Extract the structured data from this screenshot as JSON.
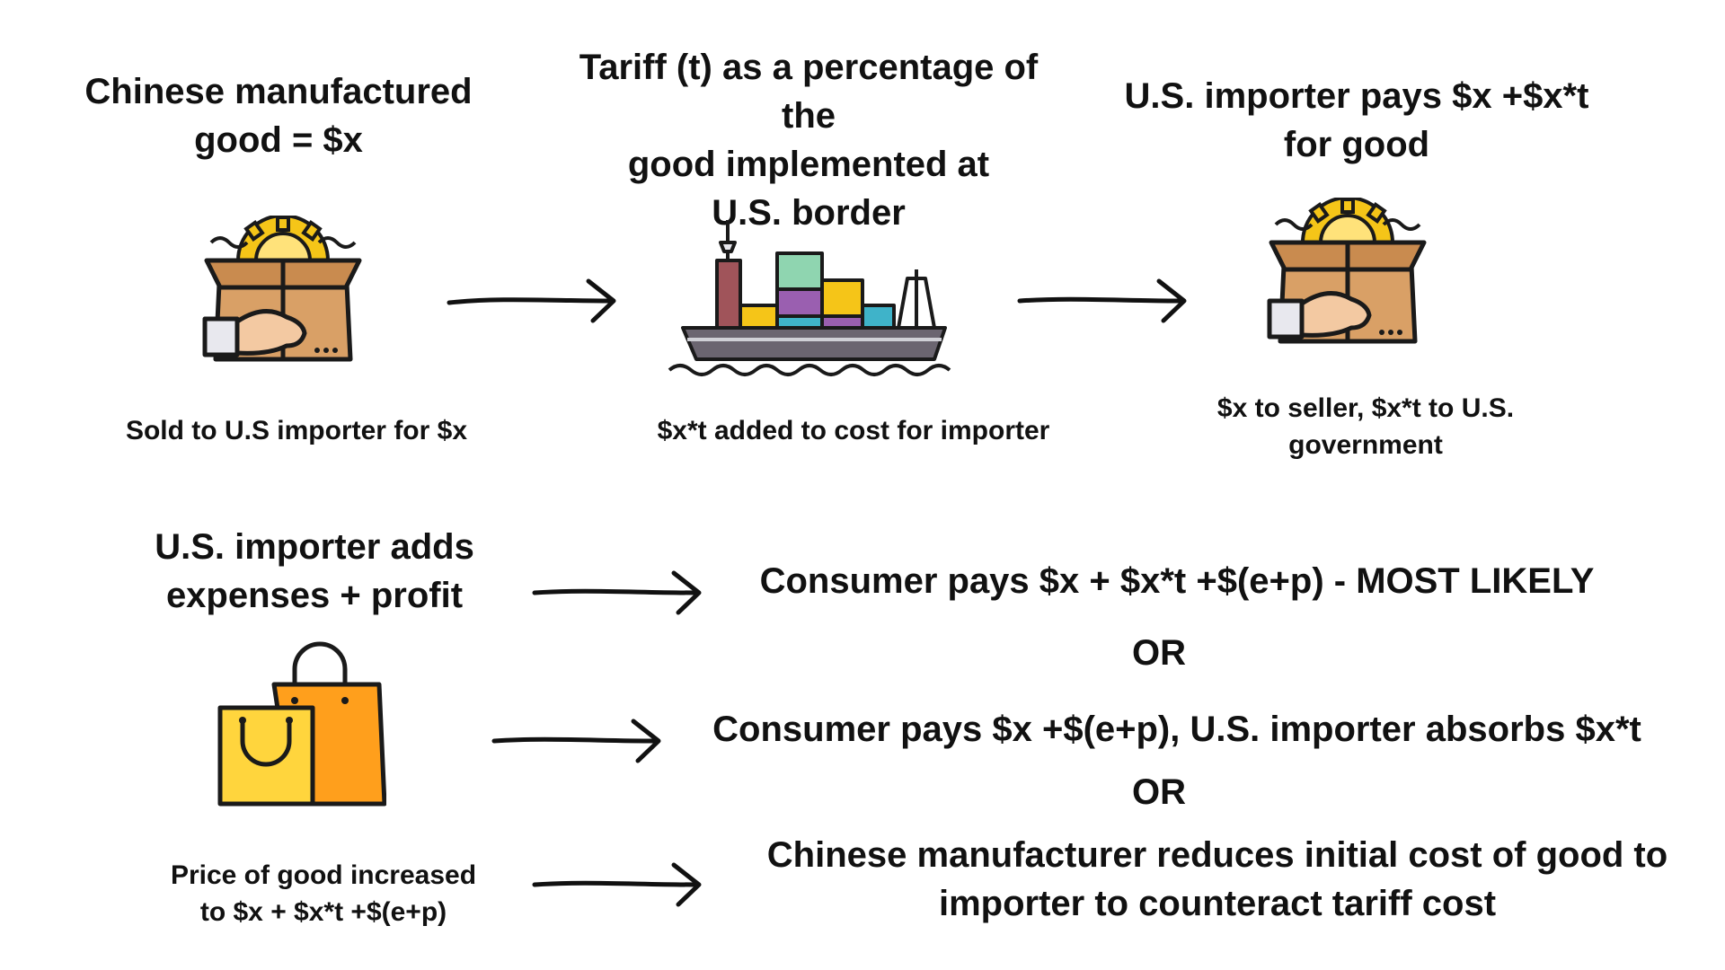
{
  "step1": {
    "title_line1": "Chinese manufactured",
    "title_line2": "good = $x",
    "caption": "Sold to U.S importer for $x"
  },
  "step2": {
    "title_line1": "Tariff (t) as a percentage of the",
    "title_line2": "good implemented at",
    "title_line3": "U.S. border",
    "caption": "$x*t added to cost for importer"
  },
  "step3": {
    "title_line1": "U.S. importer pays $x +$x*t",
    "title_line2": "for good",
    "caption_line1": "$x to seller, $x*t to U.S.",
    "caption_line2": "government"
  },
  "step4": {
    "title_line1": "U.S. importer adds",
    "title_line2": "expenses + profit",
    "caption_line1": "Price of good increased",
    "caption_line2": "to $x + $x*t +$(e+p)"
  },
  "outcomes": {
    "outcome1": "Consumer pays $x + $x*t +$(e+p) - MOST LIKELY",
    "or1": "OR",
    "outcome2": "Consumer pays $x +$(e+p), U.S. importer absorbs $x*t",
    "or2": "OR",
    "outcome3_line1": "Chinese manufacturer reduces initial cost of good to",
    "outcome3_line2": "importer to counteract tariff cost"
  },
  "icons": {
    "step1": "box-with-gear-and-hand-icon",
    "step2": "cargo-ship-icon",
    "step3": "box-with-gear-and-hand-icon",
    "step4": "shopping-bags-icon"
  },
  "colors": {
    "box": "#d9a066",
    "gear": "#f5c518",
    "bag_yellow": "#ffd53d",
    "bag_orange": "#ff9f1c",
    "ship_hull": "#6b6570"
  }
}
